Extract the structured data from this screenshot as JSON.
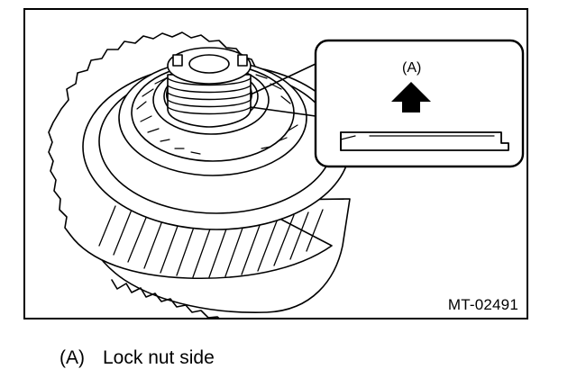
{
  "figure": {
    "code": "MT-02491",
    "callout_letter": "(A)"
  },
  "legend": [
    {
      "key": "(A)",
      "text": "Lock nut side"
    }
  ]
}
